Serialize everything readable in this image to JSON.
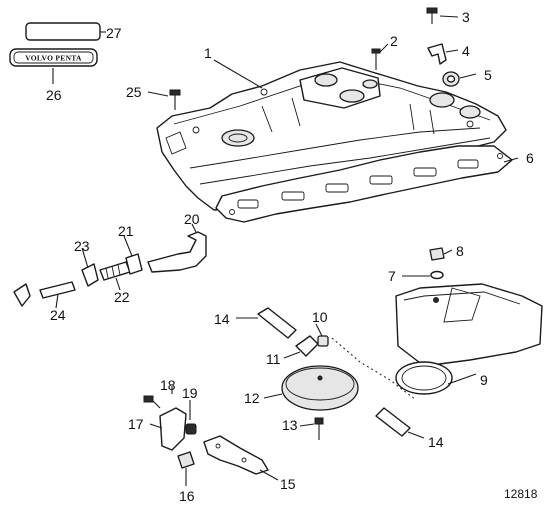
{
  "figure_number": "12818",
  "brand_plate_text": "VOLVO PENTA",
  "callouts": [
    {
      "id": "1",
      "label": "1"
    },
    {
      "id": "2",
      "label": "2"
    },
    {
      "id": "3",
      "label": "3"
    },
    {
      "id": "4",
      "label": "4"
    },
    {
      "id": "5",
      "label": "5"
    },
    {
      "id": "6",
      "label": "6"
    },
    {
      "id": "7",
      "label": "7"
    },
    {
      "id": "8",
      "label": "8"
    },
    {
      "id": "9",
      "label": "9"
    },
    {
      "id": "10",
      "label": "10"
    },
    {
      "id": "11",
      "label": "11"
    },
    {
      "id": "12",
      "label": "12"
    },
    {
      "id": "13",
      "label": "13"
    },
    {
      "id": "14a",
      "label": "14"
    },
    {
      "id": "14b",
      "label": "14"
    },
    {
      "id": "15",
      "label": "15"
    },
    {
      "id": "16",
      "label": "16"
    },
    {
      "id": "17",
      "label": "17"
    },
    {
      "id": "18",
      "label": "18"
    },
    {
      "id": "19",
      "label": "19"
    },
    {
      "id": "20",
      "label": "20"
    },
    {
      "id": "21",
      "label": "21"
    },
    {
      "id": "22",
      "label": "22"
    },
    {
      "id": "23",
      "label": "23"
    },
    {
      "id": "24",
      "label": "24"
    },
    {
      "id": "25",
      "label": "25"
    },
    {
      "id": "26",
      "label": "26"
    },
    {
      "id": "27",
      "label": "27"
    }
  ]
}
